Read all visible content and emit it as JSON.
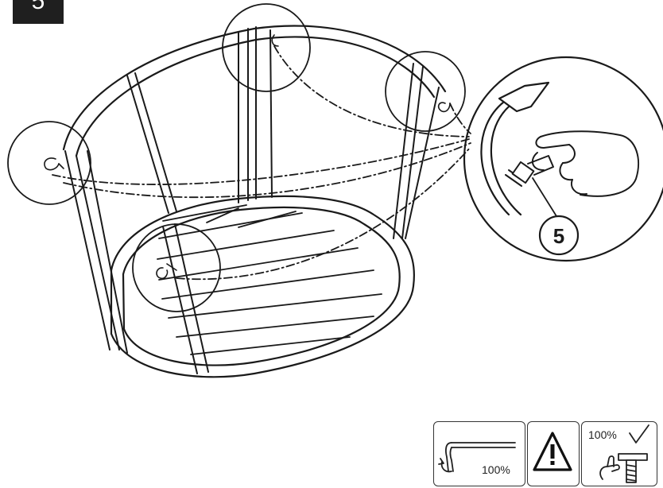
{
  "step": {
    "number": "5"
  },
  "callout": {
    "part_number": "5"
  },
  "icons": {
    "wrench": {
      "label": "100%",
      "icon": "allen-wrench-icon"
    },
    "warning": {
      "icon": "warning-triangle-icon"
    },
    "tighten": {
      "label": "100%",
      "icon": "checkmark-icon"
    }
  },
  "colors": {
    "ink": "#1a1a1a",
    "badge": "#1f1f1f"
  }
}
